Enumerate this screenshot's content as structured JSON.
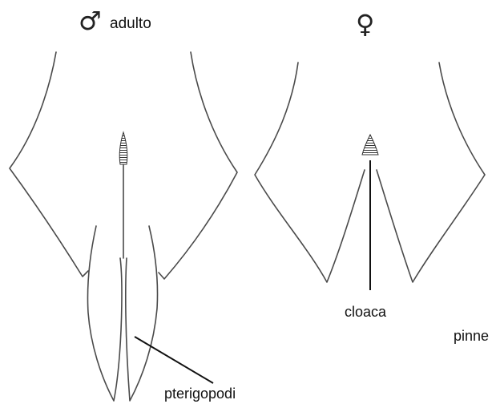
{
  "header": {
    "male_symbol": "♂",
    "male_label": "adulto",
    "female_symbol": "♀"
  },
  "labels": {
    "cloaca": "cloaca",
    "pinne": "pinne",
    "pterigopodi": "pterigopodi"
  },
  "colors": {
    "outline": "#4a4a4a",
    "leader": "#111111",
    "text": "#111111"
  }
}
